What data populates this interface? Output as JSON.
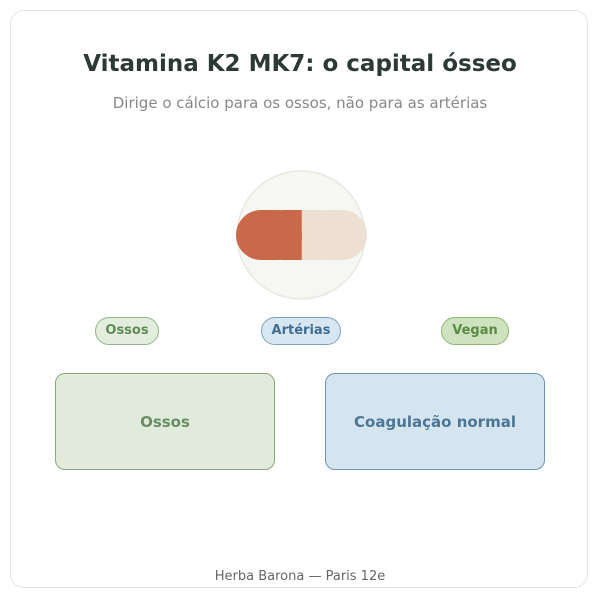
{
  "header": {
    "title": "Vitamina K2 MK7: o capital ósseo",
    "subtitle": "Dirige o cálcio para os ossos, não para as artérias"
  },
  "illustration": {
    "icon": "capsule-icon",
    "colors": {
      "circle_bg": "#f6f7f3",
      "circle_border": "#e6e9e1",
      "capsule_left": "#c9694a",
      "capsule_right": "#ede0d3",
      "divider": "#c9694a"
    }
  },
  "tags": [
    {
      "label": "Ossos",
      "color": "#5f8b57"
    },
    {
      "label": "Artérias",
      "color": "#3f6d94"
    },
    {
      "label": "Vegan",
      "color": "#5b8a44"
    }
  ],
  "boxes": [
    {
      "label": "Ossos",
      "color": "#e0ebdc"
    },
    {
      "label": "Coagulação normal",
      "color": "#d4e5f0"
    }
  ],
  "footer": {
    "text": "Herba Barona — Paris 12e"
  }
}
